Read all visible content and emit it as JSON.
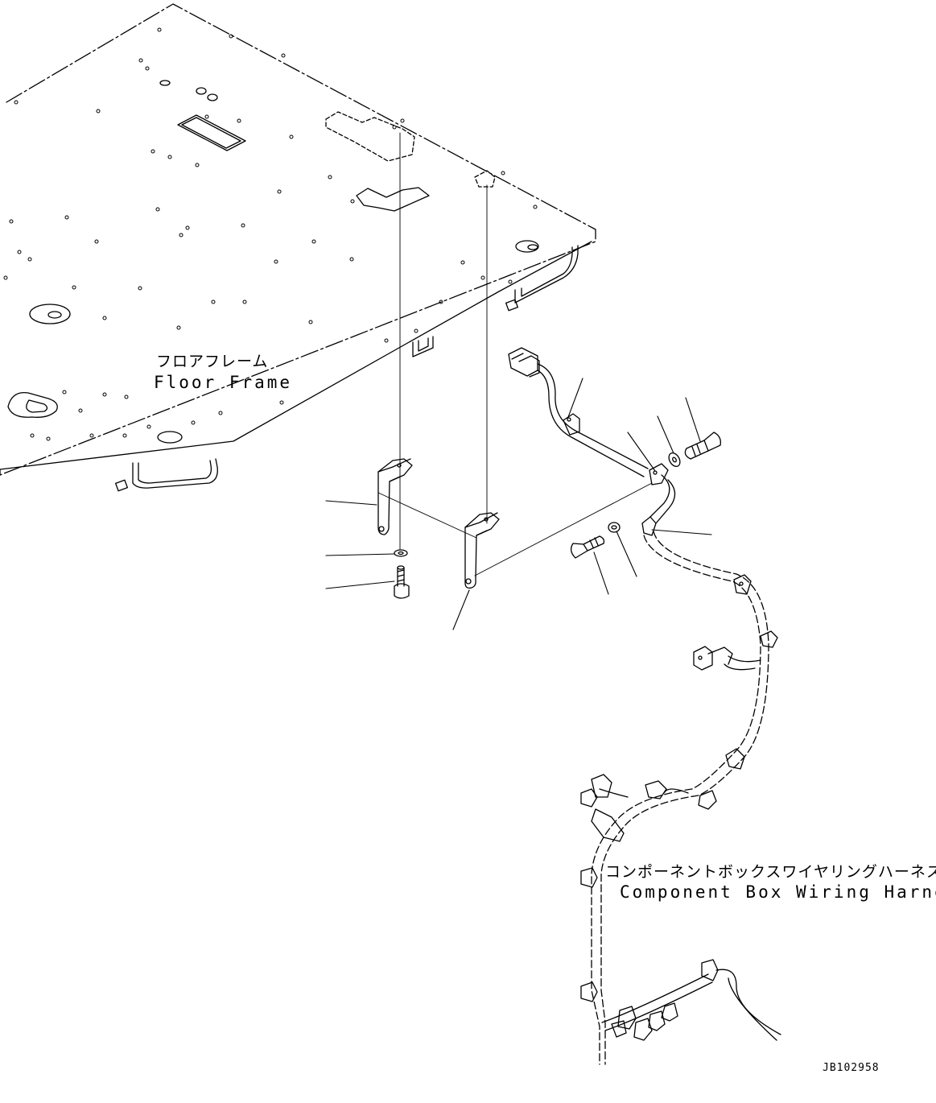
{
  "labels": {
    "floor_frame_jp": "フロアフレーム",
    "floor_frame_en": "Floor Frame",
    "harness_jp": "コンポーネントボックスワイヤリングハーネス",
    "harness_en": "Component Box Wiring Harness",
    "drawing_code": "JB102958"
  },
  "style": {
    "line_color": "#000000",
    "background": "#ffffff"
  }
}
